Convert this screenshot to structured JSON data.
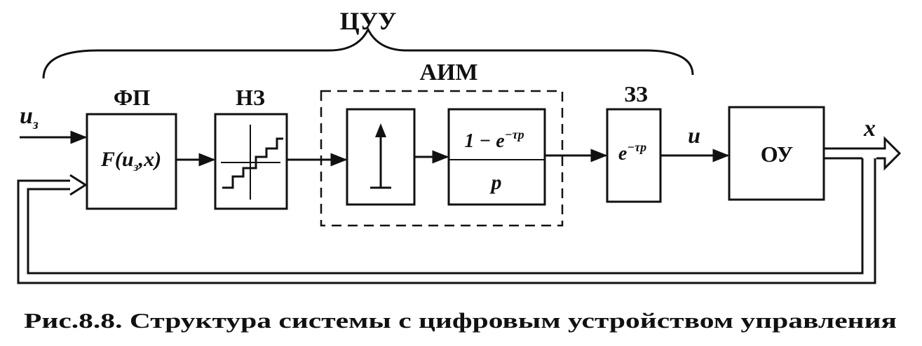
{
  "group_label": "ЦУУ",
  "aim_label": "АИМ",
  "blocks": {
    "fp": {
      "title": "ФП",
      "content_main": "F(u",
      "content_sub": "з",
      "content_rest": ",x)"
    },
    "nz": {
      "title": "НЗ"
    },
    "impulse": {},
    "hold": {
      "numerator": "1 − e",
      "numerator_exp": "−τp",
      "denominator": "p"
    },
    "zz": {
      "title": "ЗЗ",
      "content": "e",
      "content_exp": "−τp"
    },
    "ou": {
      "title": "ОУ"
    }
  },
  "signals": {
    "input": "u",
    "input_sub": "з",
    "control": "u",
    "output": "x"
  },
  "caption": "Рис.8.8. Структура системы с цифровым устройством управления"
}
